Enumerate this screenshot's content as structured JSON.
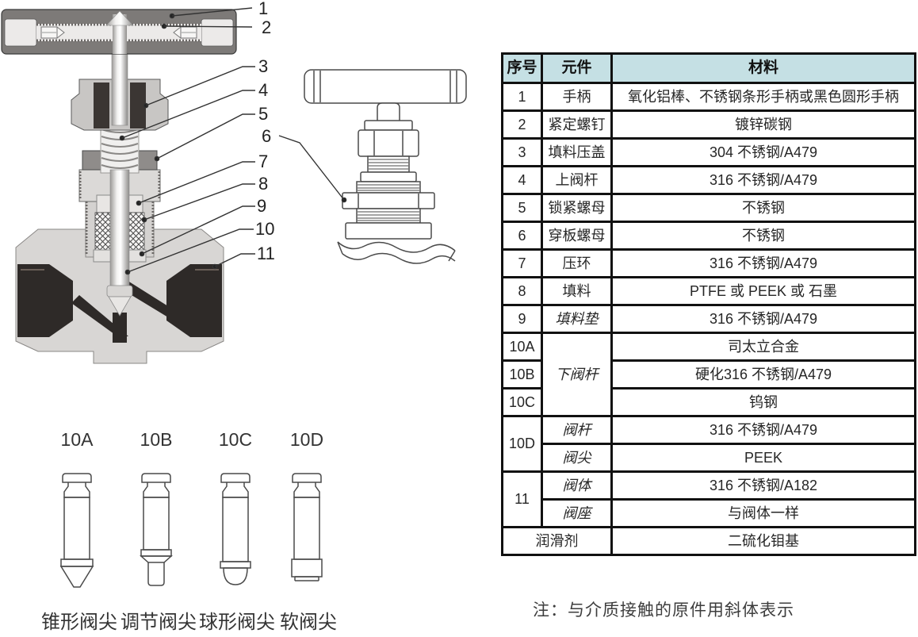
{
  "diagram": {
    "callouts": {
      "c1": "1",
      "c2": "2",
      "c3": "3",
      "c4": "4",
      "c5": "5",
      "c6": "6",
      "c7": "7",
      "c8": "8",
      "c9": "9",
      "c10": "10",
      "c11": "11"
    },
    "tips": [
      {
        "id": "10A",
        "caption": "锥形阀尖"
      },
      {
        "id": "10B",
        "caption": "调节阀尖"
      },
      {
        "id": "10C",
        "caption": "球形阀尖"
      },
      {
        "id": "10D",
        "caption": "软阀尖"
      }
    ]
  },
  "table": {
    "headers": {
      "no": "序号",
      "component": "元件",
      "material": "材料"
    },
    "rows": [
      {
        "no": "1",
        "component": "手柄",
        "material": "氧化铝棒、不锈钢条形手柄或黑色圆形手柄"
      },
      {
        "no": "2",
        "component": "紧定螺钉",
        "material": "镀锌碳钢"
      },
      {
        "no": "3",
        "component": "填料压盖",
        "material": "304 不锈钢/A479"
      },
      {
        "no": "4",
        "component": "上阀杆",
        "material": "316 不锈钢/A479"
      },
      {
        "no": "5",
        "component": "锁紧螺母",
        "material": "不锈钢"
      },
      {
        "no": "6",
        "component": "穿板螺母",
        "material": "不锈钢"
      },
      {
        "no": "7",
        "component": "压环",
        "material": "316 不锈钢/A479"
      },
      {
        "no": "8",
        "component": "填料",
        "material": "PTFE 或 PEEK 或 石墨"
      },
      {
        "no": "9",
        "component": "填料垫",
        "material": "316 不锈钢/A479",
        "italic": true
      },
      {
        "no": "10A",
        "component": "下阀杆",
        "material": "司太立合金",
        "italic": true
      },
      {
        "no": "10B",
        "material": "硬化316 不锈钢/A479"
      },
      {
        "no": "10C",
        "material": "钨钢"
      },
      {
        "no": "10D",
        "component": "阀杆",
        "material": "316 不锈钢/A479",
        "italic": true
      },
      {
        "component": "阀尖",
        "material": "PEEK",
        "italic": true
      },
      {
        "no": "11",
        "component": "阀体",
        "material": "316 不锈钢/A182",
        "italic": true
      },
      {
        "component": "阀座",
        "material": "与阀体一样",
        "italic": true
      },
      {
        "label": "润滑剂",
        "material": "二硫化钼基"
      }
    ]
  },
  "note": "注：与介质接触的原件用斜体表示",
  "colors": {
    "header_bg": "#c5e0e4",
    "table_border": "#111111",
    "body_gray": "#d8d6d4",
    "handle_gray": "#7d7a78",
    "port_dark": "#2e2a28",
    "line_art": "#4a4a4a"
  }
}
